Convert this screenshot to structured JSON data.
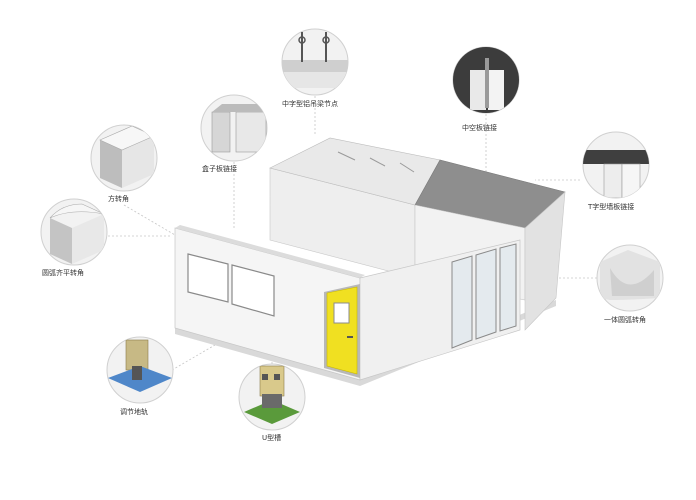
{
  "labels": {
    "cross_ceiling": "中字型铝吊梁节点",
    "mid_joint": "中空板链接",
    "box_joint": "盒子板链接",
    "square_corner": "方转角",
    "t_joint": "T字型墙板链接",
    "arc_flush_corner": "圆弧齐平转角",
    "integral_arc_corner": "一体圆弧转角",
    "adjust_rail": "调节地轨",
    "u_slot": "U型槽"
  },
  "colors": {
    "door": "#f0e021",
    "wall": "#f4f4f4",
    "roof": "#8f8f8f",
    "frame": "#9a9a9a",
    "glass": "#dfe6ea",
    "base_green": "#5a9a3b",
    "leader": "#bfbfbf"
  }
}
